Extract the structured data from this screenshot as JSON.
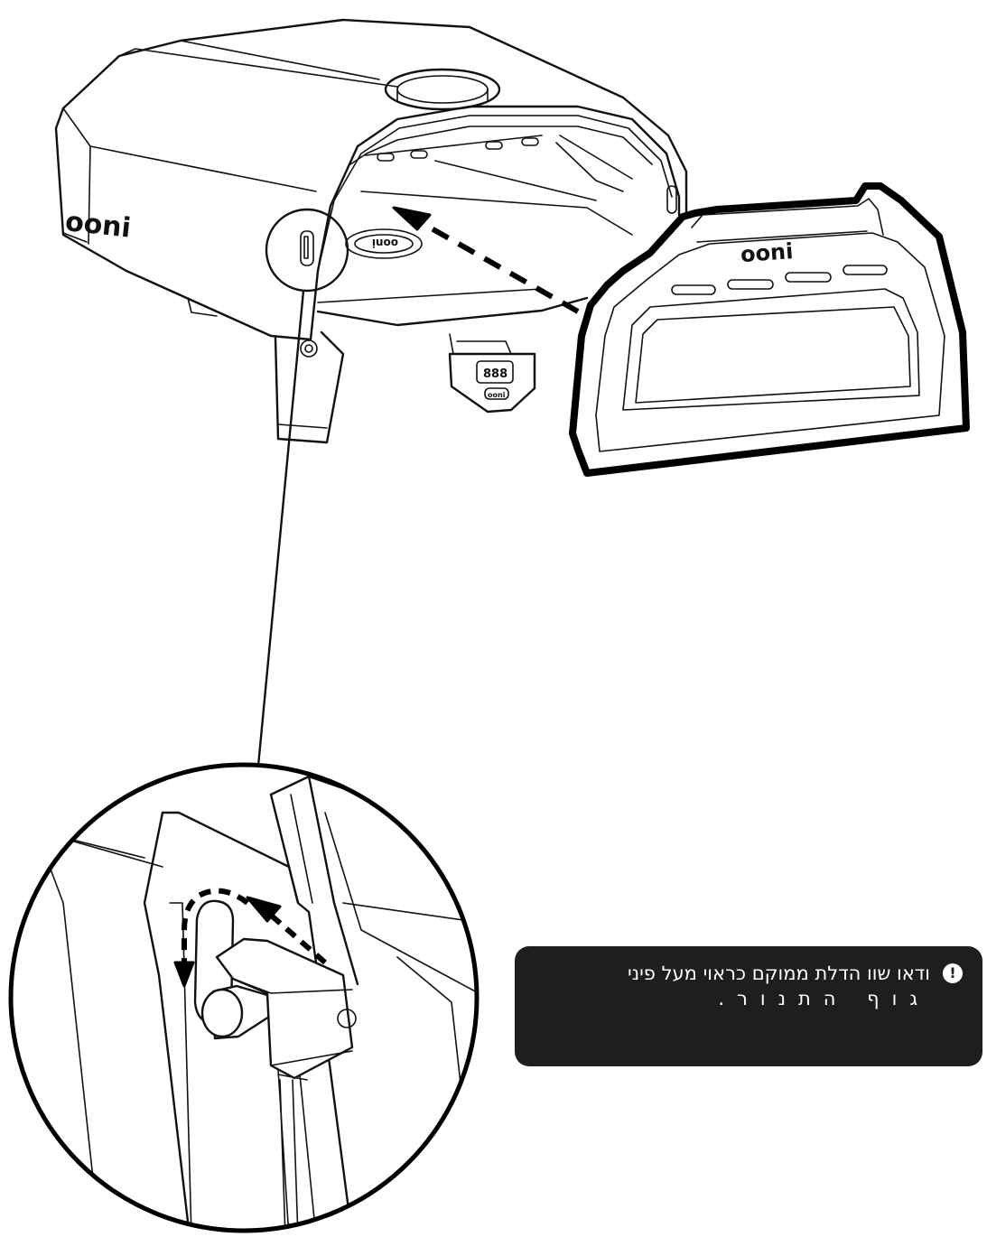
{
  "illustration": {
    "oven_body_logo": "ooni",
    "oven_door_logo": "ooni",
    "control_box_logo": "ooni",
    "rear_logo": "ooni",
    "thermometer_display": "888"
  },
  "note": {
    "icon": "exclamation-icon",
    "icon_glyph": "!",
    "line1": "ודאו שוו הדלת ממוקם כראוי מעל פיני",
    "line2": "גוף התנור."
  },
  "colors": {
    "note_background": "#1e1e1e",
    "note_text": "#ffffff",
    "line_art": "#111111"
  }
}
